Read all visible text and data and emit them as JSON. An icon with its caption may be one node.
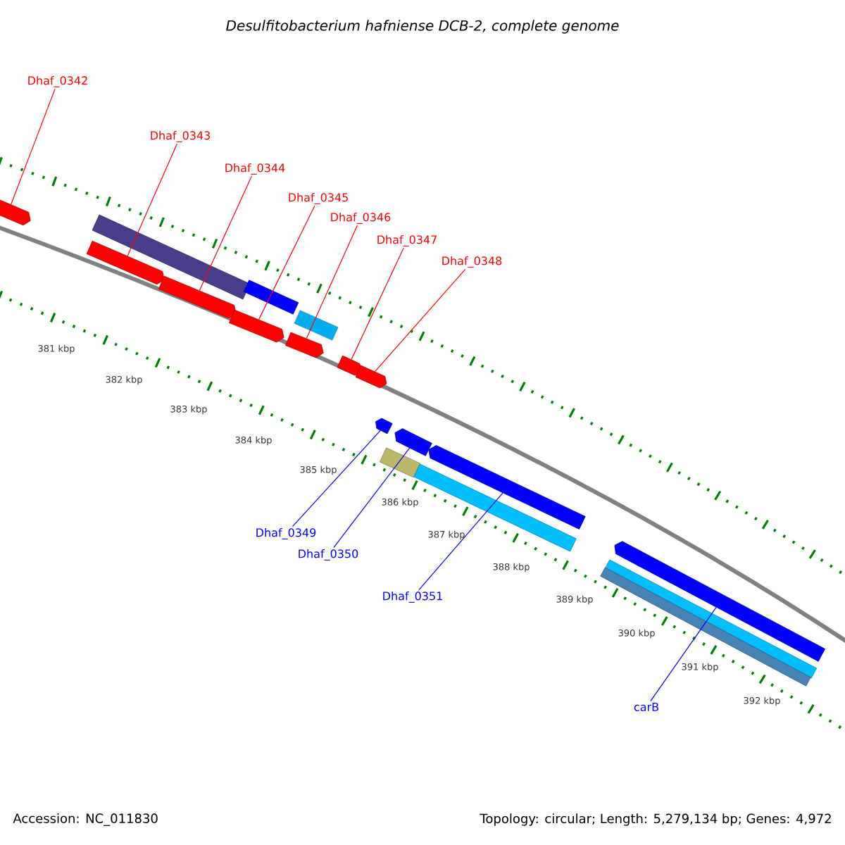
{
  "diagram": {
    "title": "Desulfitobacterium hafniense DCB-2, complete genome",
    "nodes": [
      {
        "text": [
          "Dhaf_0342"
        ]
      },
      {
        "text": [
          "Dhaf_0343"
        ]
      },
      {
        "text": [
          "Dhaf_0344"
        ]
      },
      {
        "text": [
          "Dhaf_0345"
        ]
      },
      {
        "text": [
          "Dhaf_0346"
        ]
      },
      {
        "text": [
          "Dhaf_0347"
        ]
      },
      {
        "text": [
          "Dhaf_0348"
        ]
      },
      {
        "text": [
          "Dhaf_0349"
        ]
      },
      {
        "text": [
          "Dhaf_0350"
        ]
      },
      {
        "text": [
          "Dhaf_0351"
        ]
      },
      {
        "text": [
          "carB"
        ]
      },
      {
        "text": [],
        "shape": "arrow"
      },
      {
        "text": [],
        "shape": "arrow"
      },
      {
        "text": [],
        "shape": "arrow"
      },
      {
        "text": [],
        "shape": "arrow"
      },
      {
        "text": [],
        "shape": "arrow"
      },
      {
        "text": [],
        "shape": "arrow"
      },
      {
        "text": [],
        "shape": "arrow"
      },
      {
        "text": [],
        "shape": "arrow"
      },
      {
        "text": [],
        "shape": "arrow"
      },
      {
        "text": [],
        "shape": "arrow"
      },
      {
        "text": [],
        "shape": "arrow"
      }
    ],
    "edges": [
      {
        "from": 0,
        "to": 11,
        "arrow": "none"
      },
      {
        "from": 1,
        "to": 12,
        "arrow": "none"
      },
      {
        "from": 2,
        "to": 13,
        "arrow": "none"
      },
      {
        "from": 3,
        "to": 14,
        "arrow": "none"
      },
      {
        "from": 4,
        "to": 15,
        "arrow": "none"
      },
      {
        "from": 5,
        "to": 16,
        "arrow": "none"
      },
      {
        "from": 6,
        "to": 17,
        "arrow": "none"
      },
      {
        "from": 7,
        "to": 18,
        "arrow": "none",
        "color": "#0000ff"
      },
      {
        "from": 8,
        "to": 19,
        "arrow": "none",
        "color": "#0000ff"
      },
      {
        "from": 9,
        "to": 20,
        "arrow": "none",
        "color": "#0000ff"
      },
      {
        "from": 10,
        "to": 21,
        "arrow": "none",
        "color": "#0000ff"
      }
    ],
    "labels": [
      "381 kbp",
      "382 kbp",
      "383 kbp",
      "384 kbp",
      "385 kbp",
      "386 kbp",
      "387 kbp",
      "388 kbp",
      "389 kbp",
      "390 kbp",
      "391 kbp",
      "392 kbp",
      "Accession: NC_011830",
      "Topology: circular; Length: 5,279,134 bp; Genes: 4,972"
    ]
  }
}
